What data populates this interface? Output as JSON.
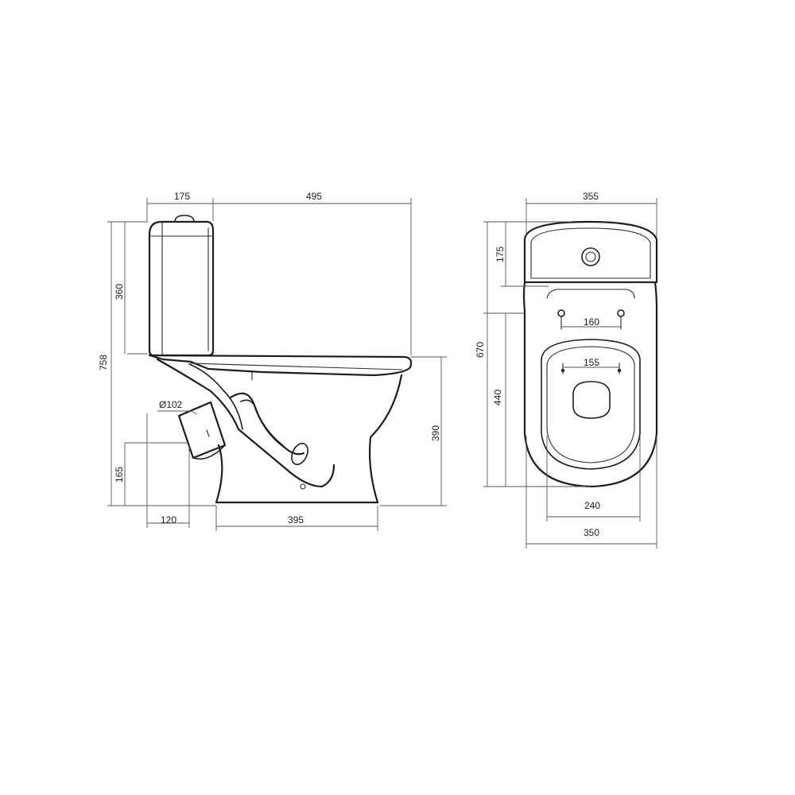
{
  "side_view": {
    "tank_depth": "175",
    "bowl_projection": "495",
    "tank_height": "360",
    "total_height": "758",
    "outlet_diameter": "Ø102",
    "outlet_height": "165",
    "outlet_offset": "120",
    "base_length": "395",
    "bowl_height": "390"
  },
  "top_view": {
    "overall_width": "355",
    "tank_depth": "175",
    "overall_length": "670",
    "bowl_length": "440",
    "seat_hole_spacing": "160",
    "inner_hole_spacing": "155",
    "base_width": "240",
    "bowl_width": "350"
  }
}
